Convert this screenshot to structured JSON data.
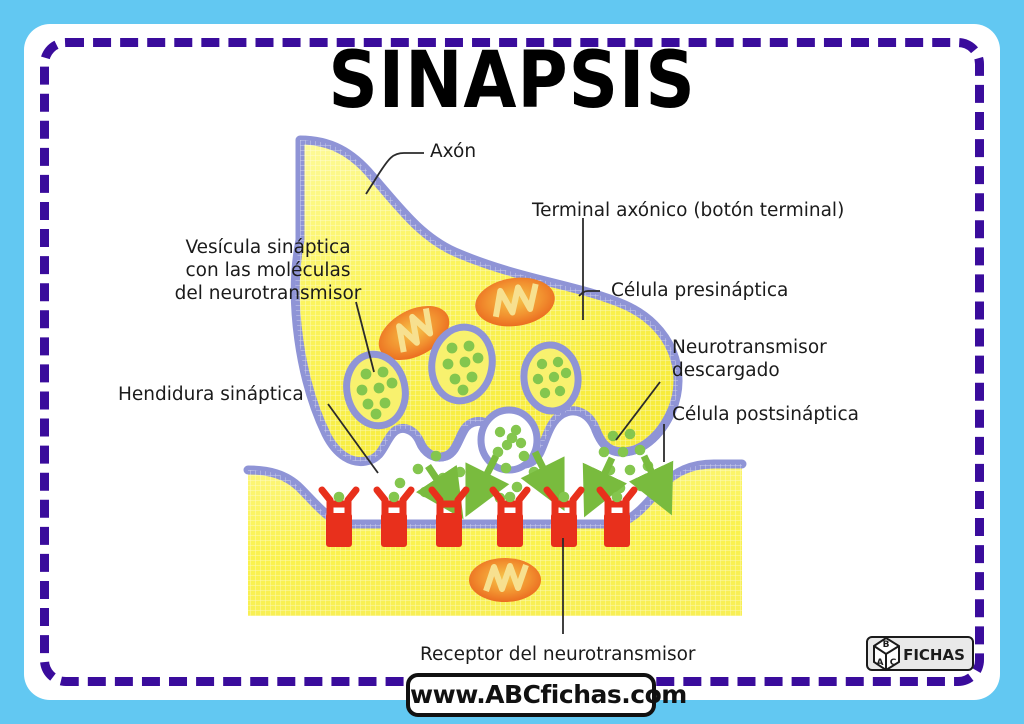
{
  "page": {
    "title": "SINAPSIS",
    "outer_background_color": "#62c8f2",
    "sheet_color": "#ffffff",
    "border_color": "#3a0c9c"
  },
  "labels": {
    "axon": "Axón",
    "terminal": "Terminal axónico (botón terminal)",
    "vesicle": "Vesícula sináptica\ncon las moléculas\ndel neurotransmisor",
    "presynaptic": "Célula presináptica",
    "neurotransmitter_released": "Neurotransmisor\ndescargado",
    "postsynaptic": "Célula postsináptica",
    "cleft": "Hendidura sináptica",
    "receptor": "Receptor del neurotransmisor"
  },
  "footer": {
    "url": "www.ABCfichas.com",
    "logo_letters": [
      "A",
      "B",
      "C"
    ],
    "logo_word": "FICHAS"
  },
  "figure": {
    "cytoplasm_color": "#faf35c",
    "membrane_color": "#8f94d6",
    "mitochondria_color": "#f07d22",
    "mitochondria_cristae_color": "#f5df8a",
    "vesicle_fill_color": "#f7f06a",
    "neurotransmitter_color": "#7ec44a",
    "receptor_color": "#e8301c",
    "arrow_color": "#79bb3e",
    "leader_line_color": "#2b2b2b",
    "vesicle_count": 4,
    "receptor_count": 6,
    "release_site_count": 3,
    "mitochondria_count": 3
  }
}
